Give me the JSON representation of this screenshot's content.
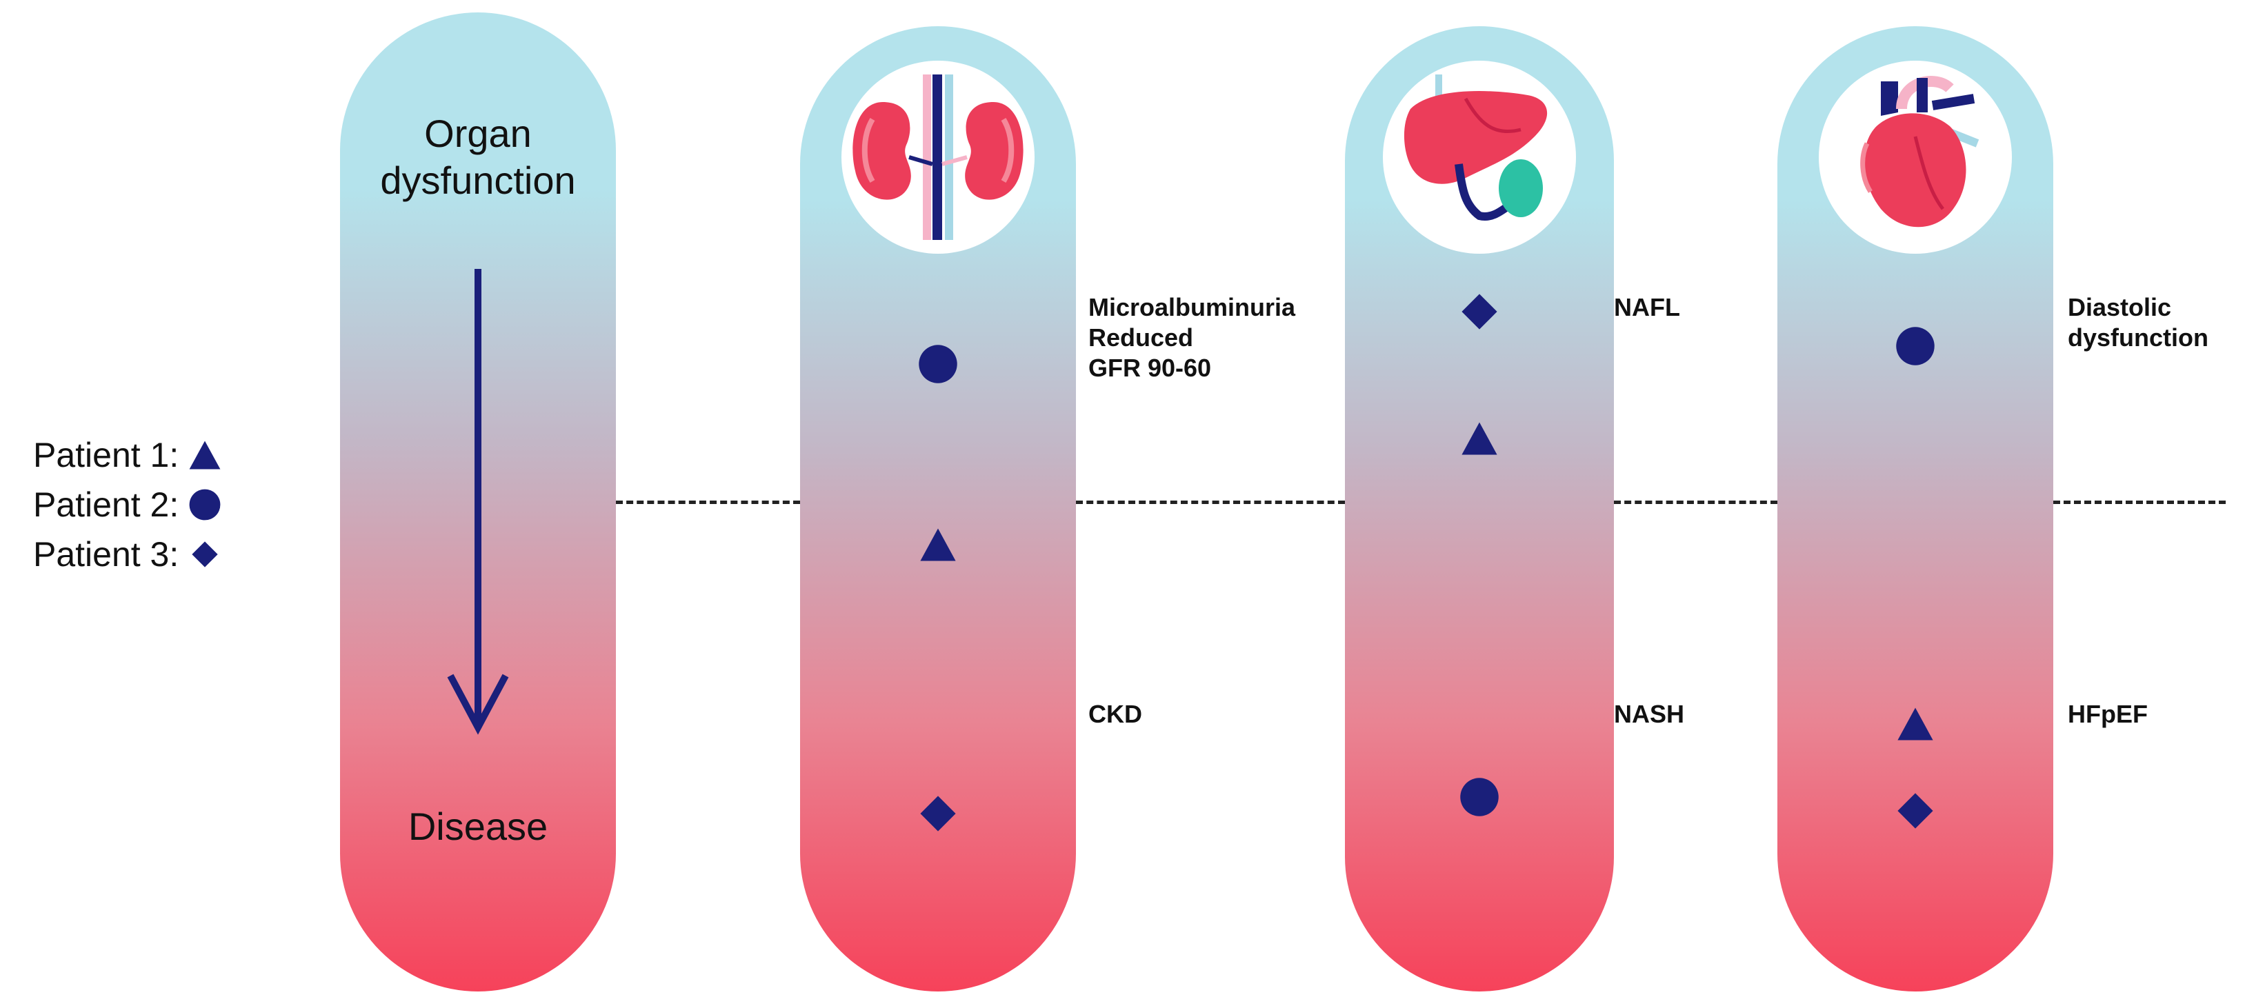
{
  "scale": {
    "top_label_line1": "Organ",
    "top_label_line2": "dysfunction",
    "bottom_label": "Disease"
  },
  "legend": [
    {
      "label": "Patient 1:",
      "marker": "triangle"
    },
    {
      "label": "Patient 2:",
      "marker": "circle"
    },
    {
      "label": "Patient 3:",
      "marker": "diamond"
    }
  ],
  "organs": {
    "kidney": {
      "icon": "kidney-icon",
      "early_label": [
        "Microalbuminuria",
        "Reduced",
        "GFR 90-60"
      ],
      "late_label": "CKD"
    },
    "liver": {
      "icon": "liver-icon",
      "early_label": "NAFL",
      "late_label": "NASH"
    },
    "heart": {
      "icon": "heart-icon",
      "early_label": [
        "Diastolic",
        "dysfunction"
      ],
      "late_label": "HFpEF"
    }
  },
  "colors": {
    "marker": "#1a1f7a",
    "gradient_top": "#b4e3ec",
    "gradient_bottom": "#f6425a",
    "threshold_line": "#222222"
  }
}
